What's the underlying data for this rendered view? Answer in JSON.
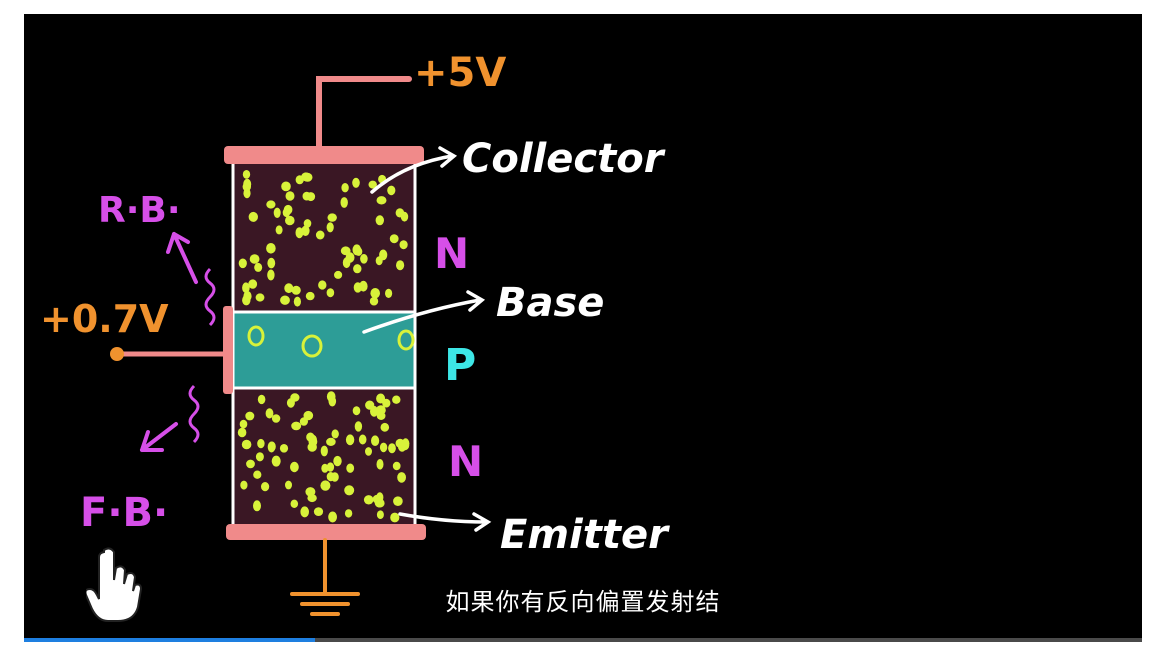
{
  "video": {
    "progress_fraction": 0.26,
    "subtitle": "如果你有反向偏置发射结",
    "labels": {
      "supply": "+5V",
      "collector": "Collector",
      "base": "Base",
      "emitter": "Emitter",
      "base_voltage": "+0.7V",
      "reverse_bias": "R·B·",
      "forward_bias": "F·B·",
      "n_top": "N",
      "p_mid": "P",
      "n_bottom": "N"
    },
    "colors": {
      "background": "#000000",
      "orange": "#f0922e",
      "pink_plate": "#f08a8a",
      "n_region": "#3a1724",
      "p_region": "#2d9d97",
      "electron_dot": "#d8f23a",
      "magenta": "#d64fe8",
      "cyan": "#3de6e6",
      "white": "#ffffff",
      "progress": "#1e7fe0"
    },
    "cursor_icon": "hand-pointer-icon"
  }
}
